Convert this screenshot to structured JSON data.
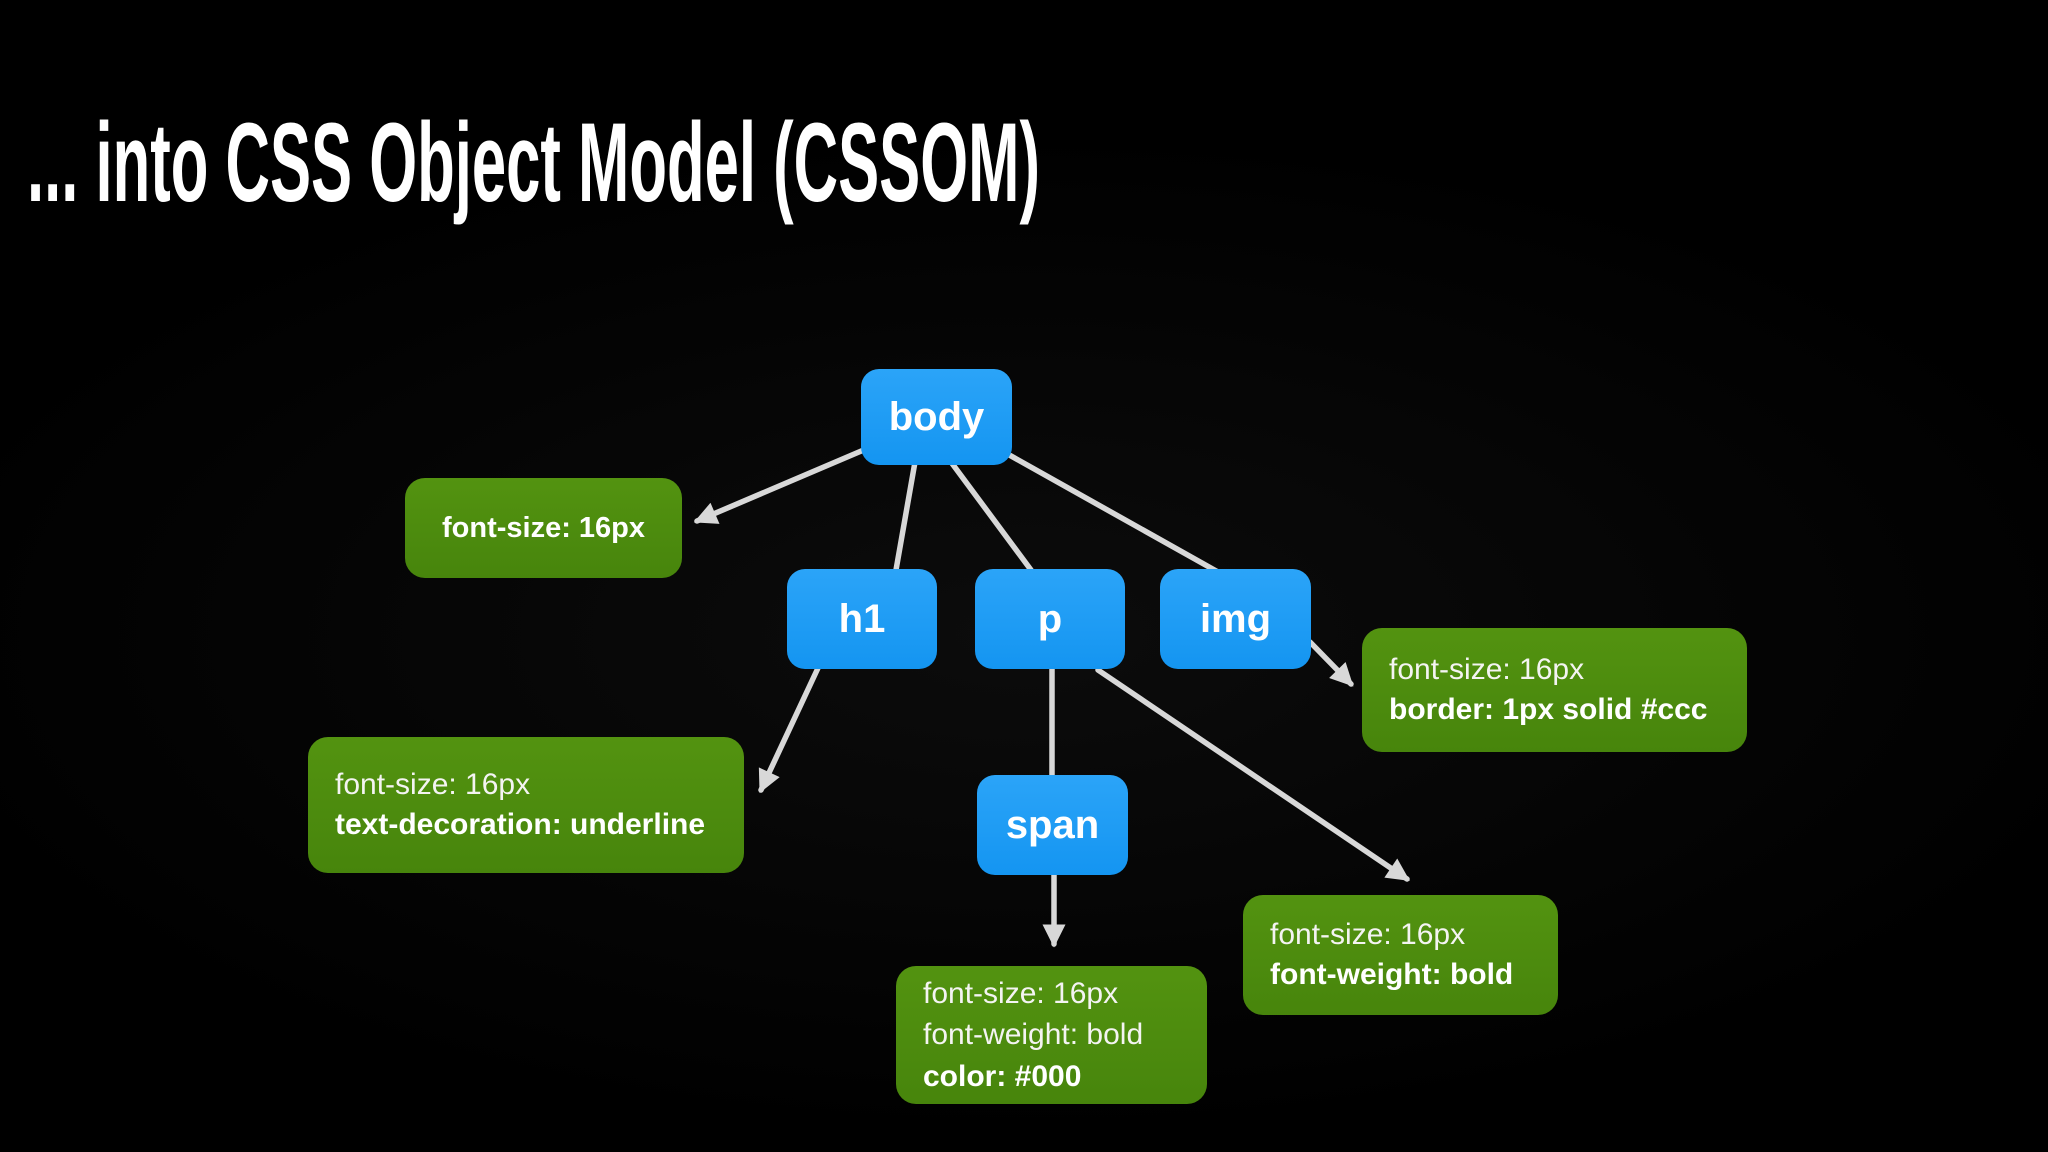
{
  "slide": {
    "title": "... into CSS Object Model (CSSOM)"
  },
  "colors": {
    "background": "#000000",
    "node_fill": "#1b9af7",
    "style_box_fill": "#4d8c0f",
    "edge": "#d8d8d8",
    "text": "#ffffff"
  },
  "nodes": {
    "body": {
      "label": "body"
    },
    "h1": {
      "label": "h1"
    },
    "p": {
      "label": "p"
    },
    "img": {
      "label": "img"
    },
    "span": {
      "label": "span"
    }
  },
  "style_boxes": {
    "body_styles": {
      "lines": [
        {
          "text": "font-size: 16px",
          "bold": true
        }
      ]
    },
    "h1_styles": {
      "lines": [
        {
          "text": "font-size: 16px",
          "bold": false
        },
        {
          "text": "text-decoration: underline",
          "bold": true
        }
      ]
    },
    "img_styles": {
      "lines": [
        {
          "text": "font-size: 16px",
          "bold": false
        },
        {
          "text": "border: 1px solid #ccc",
          "bold": true
        }
      ]
    },
    "p_styles": {
      "lines": [
        {
          "text": "font-size: 16px",
          "bold": false
        },
        {
          "text": "font-weight: bold",
          "bold": true
        }
      ]
    },
    "span_styles": {
      "lines": [
        {
          "text": "font-size: 16px",
          "bold": false
        },
        {
          "text": "font-weight: bold",
          "bold": false
        },
        {
          "text": "color: #000",
          "bold": true
        }
      ]
    }
  },
  "edges": [
    {
      "from": "body",
      "to": "body_styles",
      "arrow": true
    },
    {
      "from": "body",
      "to": "h1",
      "arrow": false
    },
    {
      "from": "body",
      "to": "p",
      "arrow": false
    },
    {
      "from": "body",
      "to": "img",
      "arrow": false
    },
    {
      "from": "h1",
      "to": "h1_styles",
      "arrow": true
    },
    {
      "from": "img",
      "to": "img_styles",
      "arrow": true
    },
    {
      "from": "p",
      "to": "span",
      "arrow": false
    },
    {
      "from": "p",
      "to": "p_styles",
      "arrow": true
    },
    {
      "from": "span",
      "to": "span_styles",
      "arrow": true
    }
  ]
}
